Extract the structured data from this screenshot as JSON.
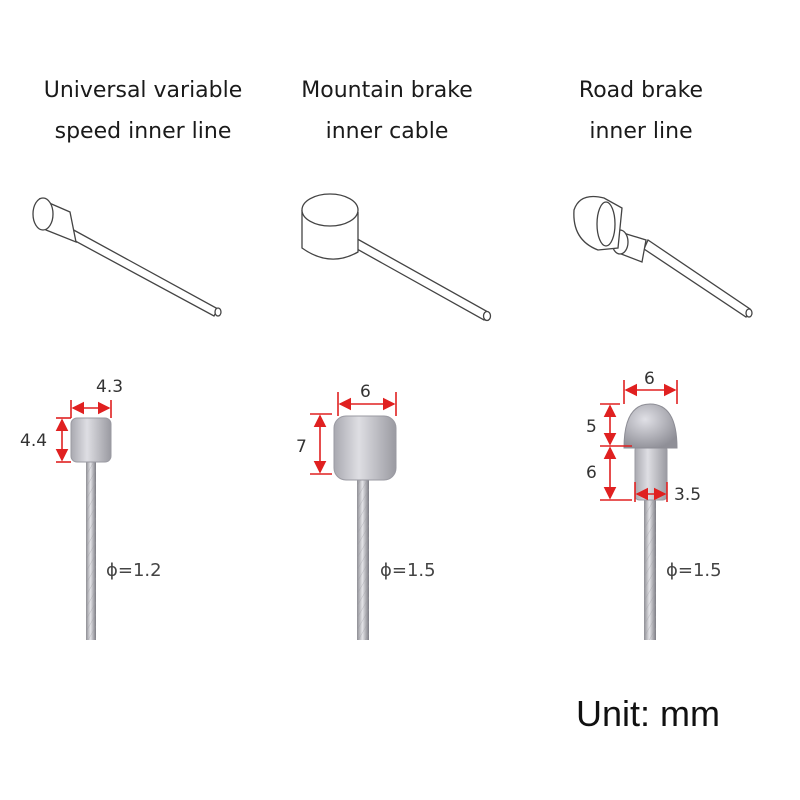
{
  "cables": [
    {
      "title_line1": "Universal variable",
      "title_line2": "speed inner line",
      "diameter_label": "ϕ=1.2",
      "dims": {
        "width": "4.3",
        "height": "4.4"
      }
    },
    {
      "title_line1": "Mountain brake",
      "title_line2": "inner cable",
      "diameter_label": "ϕ=1.5",
      "dims": {
        "width": "6",
        "height": "7"
      }
    },
    {
      "title_line1": "Road brake",
      "title_line2": "inner line",
      "diameter_label": "ϕ=1.5",
      "dims": {
        "width": "6",
        "head_height": "5",
        "neck_height": "6",
        "neck_width": "3.5"
      }
    }
  ],
  "unit_label": "Unit: mm",
  "colors": {
    "dimension_line": "#e02020",
    "metal": "#bfbfc4",
    "outline": "#444444"
  }
}
